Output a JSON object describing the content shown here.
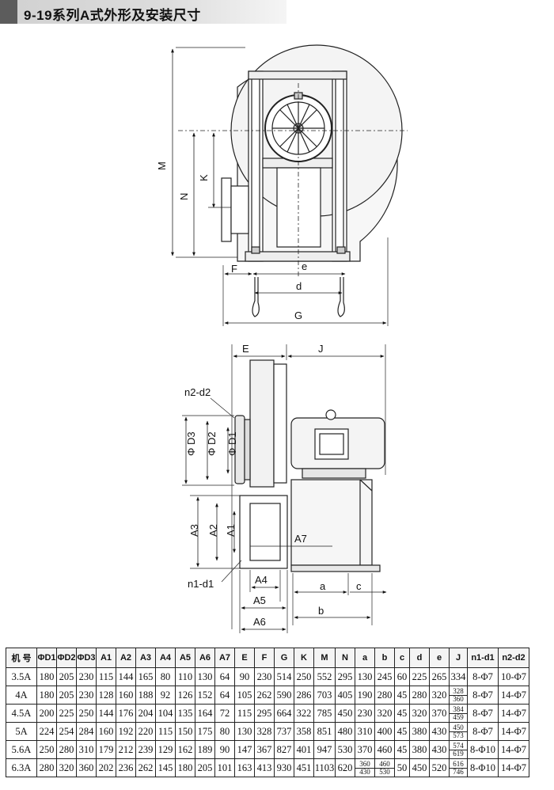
{
  "page": {
    "title": "9-19系列A式外形及安装尺寸"
  },
  "drawing_labels": {
    "front": {
      "M": "M",
      "N": "N",
      "K": "K",
      "F": "F",
      "e": "e",
      "d": "d",
      "G": "G"
    },
    "side": {
      "E": "E",
      "J": "J",
      "n2d2": "n2-d2",
      "D3": "Φ D3",
      "D2": "Φ D2",
      "D1": "Φ D1",
      "A3": "A3",
      "A2": "A2",
      "A1": "A1",
      "A7": "A7",
      "n1d1": "n1-d1",
      "A4": "A4",
      "A5": "A5",
      "A6": "A6",
      "a": "a",
      "b": "b",
      "c": "c"
    }
  },
  "table": {
    "headers": [
      "机 号",
      "ΦD1",
      "ΦD2",
      "ΦD3",
      "A1",
      "A2",
      "A3",
      "A4",
      "A5",
      "A6",
      "A7",
      "E",
      "F",
      "G",
      "K",
      "M",
      "N",
      "a",
      "b",
      "c",
      "d",
      "e",
      "J",
      "n1-d1",
      "n2-d2"
    ],
    "rows": [
      [
        "3.5A",
        "180",
        "205",
        "230",
        "115",
        "144",
        "165",
        "80",
        "110",
        "130",
        "64",
        "90",
        "230",
        "514",
        "250",
        "552",
        "295",
        "130",
        "245",
        "60",
        "225",
        "265",
        "334",
        "8-Φ7",
        "10-Φ7"
      ],
      [
        "4A",
        "180",
        "205",
        "230",
        "128",
        "160",
        "188",
        "92",
        "126",
        "152",
        "64",
        "105",
        "262",
        "590",
        "286",
        "703",
        "405",
        "190",
        "280",
        "45",
        "280",
        "320",
        "328/360",
        "8-Φ7",
        "14-Φ7"
      ],
      [
        "4.5A",
        "200",
        "225",
        "250",
        "144",
        "176",
        "204",
        "104",
        "135",
        "164",
        "72",
        "115",
        "295",
        "664",
        "322",
        "785",
        "450",
        "230",
        "320",
        "45",
        "320",
        "370",
        "384/459",
        "8-Φ7",
        "14-Φ7"
      ],
      [
        "5A",
        "224",
        "254",
        "284",
        "160",
        "192",
        "220",
        "115",
        "150",
        "175",
        "80",
        "130",
        "328",
        "737",
        "358",
        "851",
        "480",
        "310",
        "400",
        "45",
        "380",
        "430",
        "450/573",
        "8-Φ7",
        "14-Φ7"
      ],
      [
        "5.6A",
        "250",
        "280",
        "310",
        "179",
        "212",
        "239",
        "129",
        "162",
        "189",
        "90",
        "147",
        "367",
        "827",
        "401",
        "947",
        "530",
        "370",
        "460",
        "45",
        "380",
        "430",
        "574/619",
        "8-Φ10",
        "14-Φ7"
      ],
      [
        "6.3A",
        "280",
        "320",
        "360",
        "202",
        "236",
        "262",
        "145",
        "180",
        "205",
        "101",
        "163",
        "413",
        "930",
        "451",
        "1103",
        "620",
        "360/430",
        "460/530",
        "50",
        "450",
        "520",
        "616/746",
        "8-Φ10",
        "14-Φ7"
      ]
    ]
  }
}
